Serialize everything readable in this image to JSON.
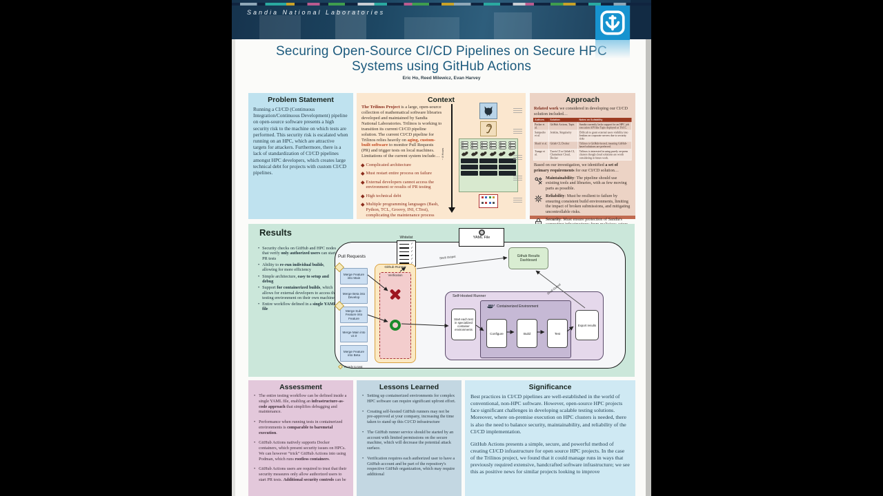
{
  "colors": {
    "brand_blue": "#1793cf",
    "banner_navy": "#16334d",
    "title_teal": "#1c5a7d",
    "problem_bg": "#bfe2ef",
    "context_bg": "#fbe7cf",
    "approach_bg": "#ecd3c5",
    "results_bg": "#cbe7da",
    "assessment_bg": "#e3c8db",
    "lessons_bg": "#c3d7e2",
    "significance_bg": "#cfe9f3",
    "table_header_bg": "#9c3b22",
    "fail_red": "#9e1520",
    "pass_green": "#1c8a2c",
    "accent_maroon": "#8a2c1c"
  },
  "header": {
    "brand": "Sandia National Laboratories"
  },
  "title": "Securing Open-Source CI/CD Pipelines on Secure HPC Systems using GitHub Actions",
  "authors": "Eric Ho, Reed Milewicz, Evan Harvey",
  "problem": {
    "title": "Problem Statement",
    "body": "Running a CI/CD (Continuous Integration/Continuous Development) pipeline on open-source software presents a high security risk to the machine on which tests are performed.  This security risk is escalated when running on an HPC, which are attractive targets for attackers. Furthermore, there is a lack of standardization of CI/CD pipelines amongst HPC developers, which creates large technical debt for projects with custom CI/CD pipelines."
  },
  "context": {
    "title": "Context",
    "intro": [
      {
        "t": "The Trilinos Project",
        "b": 1,
        "c": "#8a2c1c"
      },
      {
        "t": " is a large, open-source collection of mathematical software libraries developed and maintained by Sandia National Laboratories. Trilinos is working to transition its current CI/CD pipeline solution. The current CI/CD pipeline for Trilinos relies heavily on "
      },
      {
        "t": "aging, custom-built software",
        "b": 1,
        "c": "#c0461e"
      },
      {
        "t": " to monitor Pull Requests (PR) and trigger tests on local machines. Limitations of the current system include…"
      }
    ],
    "bullets": [
      "Complicated architecture",
      "Must restart entire process on failure",
      "External developers cannot access the environment or results of PR testing",
      "High technical debt",
      "Multiple programming languages (Bash, Python, TCL, Groovy, INI, CTest), complicating the maintenance process"
    ],
    "duration_label": "~ 8 Hours"
  },
  "approach": {
    "title": "Approach",
    "intro": [
      {
        "t": "Related work",
        "b": 1,
        "c": "#7a2a1a"
      },
      {
        "t": " we considered in developing our CI/CD solution included…"
      }
    ],
    "table": {
      "headers": [
        "Authors",
        "Solution",
        "Notes on Suitability"
      ],
      "rows": [
        {
          "authors": "Packer et al.",
          "solution": "GitHub Actions, Tapis",
          "notes": "Sandia currently lacks support for an HPC job execution API like Tapis deployed at TACC."
        },
        {
          "authors": "Sampedro et al.",
          "solution": "Jenkins, Singularity",
          "notes": "Difficult to grant external users visibility into Jenkins on corporate servers due to security risks"
        },
        {
          "authors": "Sharif et al.",
          "solution": "Gitlab CI, Docker",
          "notes": "Trilinos is GitHub-hosted, meaning GitHub-based solutions are preferred."
        },
        {
          "authors": "Tsange et al.",
          "solution": "Travis CI or Gitlab CI, Chameleon Cloud, Docker",
          "notes": "Trilinos is interested in using purely on-prem clusters though cloud solutions are worth considering in future work."
        }
      ]
    },
    "req_intro": [
      {
        "t": "Based on our investigation, we identified "
      },
      {
        "t": "a set of primary requirements",
        "b": 1
      },
      {
        "t": " for our CI/CD solution…"
      }
    ],
    "requirements": [
      {
        "icon": "tools-icon",
        "text": [
          {
            "t": "Maintainability",
            "b": 1
          },
          {
            "t": ": The pipeline should use existing tools and libraries, with as few moving parts as possible."
          }
        ]
      },
      {
        "icon": "gear-icon",
        "text": [
          {
            "t": "Reliability",
            "b": 1
          },
          {
            "t": ": Must be resilient to failure by ensuring consistent build environments, limiting the impact of broken submissions, and mitigating uncontrollable risks."
          }
        ]
      },
      {
        "icon": "lock-icon",
        "text": [
          {
            "t": "Security",
            "b": 1
          },
          {
            "t": ": Must ensure protection of Sandia's computing infrastructures from malicious actors."
          }
        ]
      }
    ]
  },
  "results": {
    "title": "Results",
    "bullets": [
      [
        {
          "t": "Security checks on GitHub and HPC nodes that verify "
        },
        {
          "t": "only authorized users",
          "b": 1
        },
        {
          "t": " can start PR tests"
        }
      ],
      [
        {
          "t": "Ability to "
        },
        {
          "t": "re-run individual builds",
          "b": 1
        },
        {
          "t": ", allowing for more efficiency"
        }
      ],
      [
        {
          "t": "Simple architecture, "
        },
        {
          "t": "easy to setup and debug",
          "b": 1
        }
      ],
      [
        {
          "t": "Support "
        },
        {
          "t": "for containerized builds",
          "b": 1
        },
        {
          "t": ", which allows for external developers to access the testing environment on their own machines"
        }
      ],
      [
        {
          "t": "Entire workflow defined in a "
        },
        {
          "t": "single YAML file",
          "b": 1
        }
      ]
    ],
    "diagram": {
      "yaml_file": "YAML File",
      "whitelist": "Whitelist",
      "pull_requests": "Pull Requests",
      "pr_items": [
        "Merge Feature into Main",
        "Merge Beta into Develop",
        "Merge Sub-Feature into Feature",
        "Merge Main into v2.0",
        "Merge Feature into Beta"
      ],
      "legend": "Ready to test",
      "github_runner": "Github Runner",
      "verification": "Verification",
      "shell_output_1": "Shell Output",
      "shell_output_2": "Shell Output",
      "dashboard": "Github Results Dashboard",
      "self_hosted": "Self-Hosted Runner",
      "containerized": "Containerized Environment",
      "start_box": "Start each test in specialized container environments",
      "steps": [
        "Configure",
        "Build",
        "Test"
      ],
      "export_box": "Export results"
    }
  },
  "assessment": {
    "title": "Assessment",
    "bullets": [
      [
        {
          "t": "The entire testing workflow can be defined inside a single YAML file, enabling an "
        },
        {
          "t": "infrastructure-as-code approach",
          "b": 1
        },
        {
          "t": " that simplifies debugging and maintenance."
        }
      ],
      [
        {
          "t": "Performance when running tests in containerized environments is "
        },
        {
          "t": "comparable to baremetal execution",
          "b": 1
        },
        {
          "t": "."
        }
      ],
      [
        {
          "t": "GitHub Actions natively supports Docker containers, which present security issues on HPCs. We can however “trick” GitHub Actions into using Podman, which runs "
        },
        {
          "t": "rootless containers",
          "b": 1
        },
        {
          "t": "."
        }
      ],
      [
        {
          "t": "GitHub Actions users are required to trust that their security measures only allow authorized users to start PR tests. "
        },
        {
          "t": "Additional security controls",
          "b": 1
        },
        {
          "t": " can be"
        }
      ]
    ]
  },
  "lessons": {
    "title": "Lessons Learned",
    "bullets": [
      "Setting up containerized environments for complex HPC software can require significant upfront effort.",
      "Creating self-hosted GitHub runners may not be pre-approved at your company, increasing the time taken to stand up this CI/CD infrastructure",
      "The GitHub runner service should be started by an account with limited permissions on the secure machine, which will decrease the potential attack surface.",
      "Verification requires each authorized user to have a GitHub account and be part of the repository's respective GitHub organization, which may require additional"
    ]
  },
  "significance": {
    "title": "Significance",
    "p1": "Best practices in CI/CD pipelines are well-established in the world of conventional, non-HPC software. However, open-source HPC projects face significant challenges in developing scalable testing solutions. Moreover, where on-premise execution on HPC clusters is needed, there is also the need to balance security, maintainability, and reliability of the CI/CD implementation.",
    "p2": "GitHub Actions presents a simple, secure, and powerful method of creating CI/CD infrastructure for open source HPC projects. In the case of the Trilinos project, we found that it could manage runs in ways that previously required extensive, handcrafted software infrastructure; we see this as positive news for similar projects looking to improve"
  }
}
